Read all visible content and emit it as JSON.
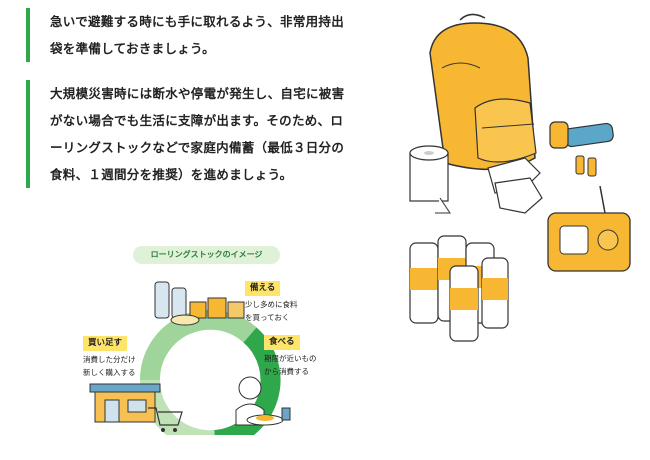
{
  "paragraph1": {
    "lines": [
      "急いで避難する時にも手に取れるよう、非常用持出",
      "袋を準備しておきましょう。"
    ]
  },
  "paragraph2": {
    "lines": [
      "大規模災害時には断水や停電が発生し、自宅に被害",
      "がない場合でも生活に支障が出ます。そのため、ロ",
      "ーリングストックなどで家庭内備蓄（最低３日分の",
      "食料、１週間分を推奨）を進めましょう。"
    ]
  },
  "rolling_stock": {
    "title": "ローリングストックのイメージ",
    "stock": {
      "tag": "備える",
      "lines": [
        "少し多めに食料",
        "を買っておく"
      ]
    },
    "eat": {
      "tag": "食べる",
      "lines": [
        "期限が近いもの",
        "から消費する"
      ]
    },
    "buy": {
      "tag": "買い足す",
      "lines": [
        "消費した分だけ",
        "新しく購入する"
      ]
    }
  },
  "colors": {
    "accent_green": "#2ea84a",
    "light_green": "#9fd59a",
    "tag_yellow": "#ffe46a",
    "item_orange": "#f7b733"
  },
  "icons": [
    "backpack-icon",
    "flashlight-icon",
    "batteries-icon",
    "toilet-paper-icon",
    "gloves-icon",
    "radio-icon",
    "water-bottles-icon",
    "store-icon",
    "shopping-cart-icon",
    "person-eating-icon",
    "canned-food-icon"
  ]
}
